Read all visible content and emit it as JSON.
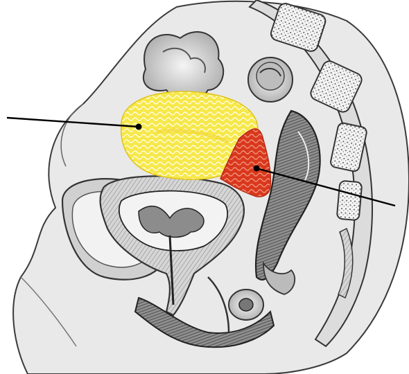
{
  "figure": {
    "labels": [],
    "regions": [
      {
        "name": "uterus-region",
        "fill": "#f6e84a",
        "pattern": "wavy",
        "pattern_color": "#ffffff",
        "outline": "#e0c21a"
      },
      {
        "name": "cervix-region",
        "fill": "#d9381e",
        "pattern": "wavy",
        "pattern_color": "#f0957a",
        "outline": "#b82a14"
      }
    ],
    "leader_lines": [
      {
        "name": "uterus-leader",
        "points_to": "uterus-region"
      },
      {
        "name": "cervix-leader",
        "points_to": "cervix-region"
      }
    ],
    "colors": {
      "line_art": "#3a3a3a",
      "shading": "#8c8c8c",
      "background": "#ffffff",
      "leader": "#000000"
    }
  }
}
